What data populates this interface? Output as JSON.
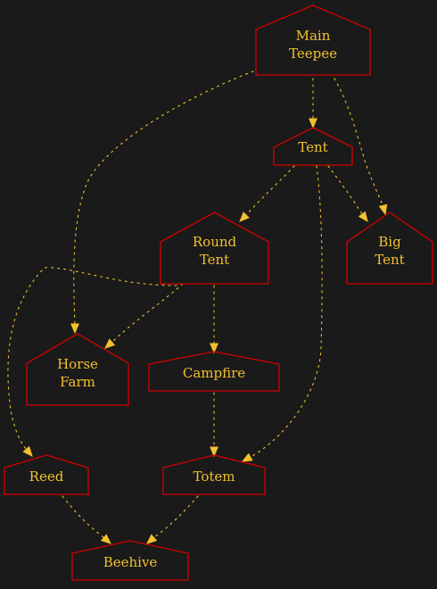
{
  "colors": {
    "background": "#1a1a1a",
    "node_border": "#d40000",
    "text": "#f2c12e",
    "edge": "#f2c12e"
  },
  "nodes": [
    {
      "id": "main_teepee",
      "lines": [
        "Main",
        "Teepee"
      ],
      "shape": "house"
    },
    {
      "id": "tent",
      "lines": [
        "Tent"
      ],
      "shape": "house"
    },
    {
      "id": "round_tent",
      "lines": [
        "Round",
        "Tent"
      ],
      "shape": "house"
    },
    {
      "id": "big_tent",
      "lines": [
        "Big",
        "Tent"
      ],
      "shape": "house"
    },
    {
      "id": "horse_farm",
      "lines": [
        "Horse",
        "Farm"
      ],
      "shape": "house"
    },
    {
      "id": "campfire",
      "lines": [
        "Campfire"
      ],
      "shape": "house"
    },
    {
      "id": "reed",
      "lines": [
        "Reed"
      ],
      "shape": "house"
    },
    {
      "id": "totem",
      "lines": [
        "Totem"
      ],
      "shape": "house"
    },
    {
      "id": "beehive",
      "lines": [
        "Beehive"
      ],
      "shape": "house"
    }
  ],
  "edges": [
    {
      "from": "main_teepee",
      "to": "tent",
      "style": "dotted"
    },
    {
      "from": "main_teepee",
      "to": "big_tent",
      "style": "dotted"
    },
    {
      "from": "main_teepee",
      "to": "horse_farm",
      "style": "dotted"
    },
    {
      "from": "tent",
      "to": "round_tent",
      "style": "dotted"
    },
    {
      "from": "tent",
      "to": "big_tent",
      "style": "dotted"
    },
    {
      "from": "tent",
      "to": "totem",
      "style": "dotted"
    },
    {
      "from": "round_tent",
      "to": "horse_farm",
      "style": "dotted"
    },
    {
      "from": "round_tent",
      "to": "campfire",
      "style": "dotted"
    },
    {
      "from": "round_tent",
      "to": "reed",
      "style": "dotted"
    },
    {
      "from": "campfire",
      "to": "totem",
      "style": "dotted"
    },
    {
      "from": "reed",
      "to": "beehive",
      "style": "dotted"
    },
    {
      "from": "totem",
      "to": "beehive",
      "style": "dotted"
    }
  ]
}
